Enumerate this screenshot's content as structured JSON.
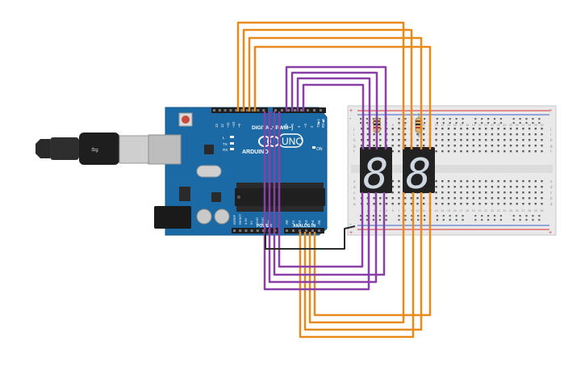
{
  "arduino": {
    "brand": "ARDUINO",
    "model": "UNO",
    "digital_label": "DIGITAL (PWM~)",
    "power_label": "POWER",
    "analog_label": "ANALOG IN",
    "on_label": "ON",
    "tx_label": "TX",
    "rx_label": "RX",
    "l_label": "L",
    "aref_label": "AREF",
    "gnd_label": "GND",
    "digital_pins": [
      "13",
      "12",
      "~11",
      "~10",
      "~9",
      "8",
      "7",
      "~6",
      "~5",
      "4",
      "~3",
      "2",
      "TX▶1",
      "RX◀0"
    ],
    "power_pins": [
      "IOREF",
      "RESET",
      "3.3V",
      "5V",
      "GND",
      "GND",
      "Vin"
    ],
    "analog_pins": [
      "A0",
      "A1",
      "A2",
      "A3",
      "A4",
      "A5"
    ]
  },
  "breadboard": {
    "column_numbers": [
      "1",
      "2",
      "3",
      "4",
      "5",
      "6",
      "7",
      "8",
      "9",
      "10",
      "11",
      "12",
      "13",
      "14",
      "15",
      "16",
      "17",
      "18",
      "19",
      "20",
      "21",
      "22",
      "23",
      "24",
      "25",
      "26",
      "27",
      "28",
      "29",
      "30"
    ],
    "row_letters_top": [
      "j",
      "i",
      "h",
      "g",
      "f"
    ],
    "row_letters_bottom": [
      "e",
      "d",
      "c",
      "b",
      "a"
    ],
    "plus_label": "+",
    "minus_label": "-"
  },
  "displays": [
    {
      "name": "left-seven-segment-display",
      "digit": "8"
    },
    {
      "name": "right-seven-segment-display",
      "digit": "8"
    }
  ],
  "colors": {
    "orange_wire": "#e8891c",
    "purple_wire": "#8a3fa7",
    "black_wire": "#2b2b2b",
    "board_blue": "#1b6aa5",
    "breadboard": "#e9e9e9",
    "rail_red": "#e03030",
    "rail_blue": "#3a62c9",
    "display_body": "#222222",
    "segment": "#cfd8e0"
  }
}
